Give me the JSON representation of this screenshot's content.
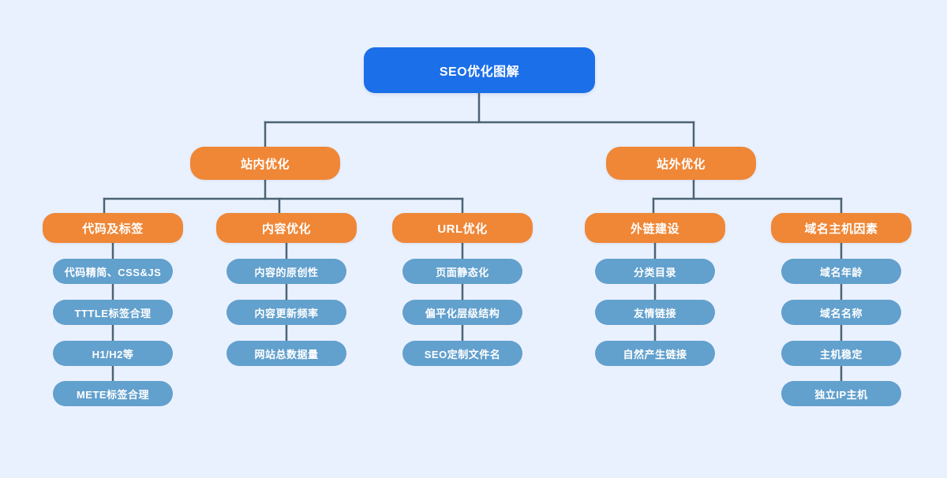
{
  "diagram": {
    "type": "tree",
    "title": "SEO优化图解",
    "background_color": "#eaf1fe",
    "connector_color": "#4a6375",
    "colors": {
      "root": "#1b6fe8",
      "branch": "#ef8737",
      "leaf": "#62a0cd",
      "text": "#ffffff"
    },
    "root": {
      "label": "SEO优化图解",
      "branches": [
        {
          "label": "站内优化",
          "categories": [
            {
              "label": "代码及标签",
              "items": [
                "代码精简、CSS&JS",
                "TTTLE标签合理",
                "H1/H2等",
                "METE标签合理"
              ]
            },
            {
              "label": "内容优化",
              "items": [
                "内容的原创性",
                "内容更新频率",
                "网站总数据量"
              ]
            },
            {
              "label": "URL优化",
              "items": [
                "页面静态化",
                "偏平化层级结构",
                "SEO定制文件名"
              ]
            }
          ]
        },
        {
          "label": "站外优化",
          "categories": [
            {
              "label": "外链建设",
              "items": [
                "分类目录",
                "友情链接",
                "自然产生链接"
              ]
            },
            {
              "label": "域名主机因素",
              "items": [
                "域名年龄",
                "域名名称",
                "主机稳定",
                "独立IP主机"
              ]
            }
          ]
        }
      ]
    }
  }
}
